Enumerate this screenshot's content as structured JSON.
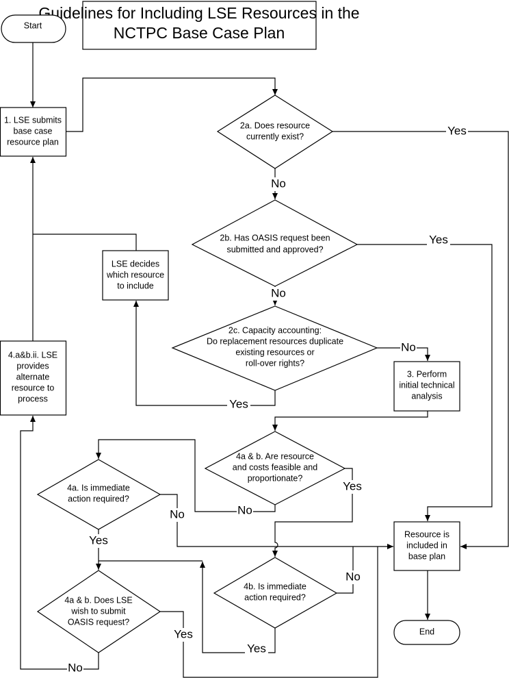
{
  "title": [
    "Guidelines for Including LSE Resources in the",
    "NCTPC Base Case Plan"
  ],
  "nodes": {
    "start": "Start",
    "step1": [
      "1. LSE submits",
      "base case",
      "resource plan"
    ],
    "q2a": [
      "2a. Does resource",
      "currently exist?"
    ],
    "q2b": [
      "2b. Has OASIS request been",
      "submitted and approved?"
    ],
    "q2c": [
      "2c. Capacity accounting:",
      "Do replacement resources duplicate",
      "existing resources or",
      "roll-over rights?"
    ],
    "lse_decides": [
      "LSE decides",
      "which resource",
      "to include"
    ],
    "step3": [
      "3. Perform",
      "initial technical",
      "analysis"
    ],
    "alt": [
      "4.a&b.ii. LSE",
      "provides",
      "alternate",
      "resource to",
      "process"
    ],
    "q4ab": [
      "4a & b. Are resource",
      "and costs feasible and",
      "proportionate?"
    ],
    "q4a": [
      "4a. Is immediate",
      "action required?"
    ],
    "q4ab_oasis": [
      "4a & b. Does LSE",
      "wish to submit",
      "OASIS request?"
    ],
    "q4b": [
      "4b. Is immediate",
      "action required?"
    ],
    "included": [
      "Resource is",
      "included in",
      "base plan"
    ],
    "end": "End"
  },
  "edge_labels": {
    "q2a_yes": "Yes",
    "q2a_no": "No",
    "q2b_yes": "Yes",
    "q2b_no": "No",
    "q2c_yes": "Yes",
    "q2c_no": "No",
    "q4ab_yes": "Yes",
    "q4ab_no": "No",
    "q4a_yes": "Yes",
    "q4a_no": "No",
    "q4ab_oasis_yes": "Yes",
    "q4ab_oasis_no": "No",
    "q4b_yes": "Yes",
    "q4b_no": "No"
  }
}
